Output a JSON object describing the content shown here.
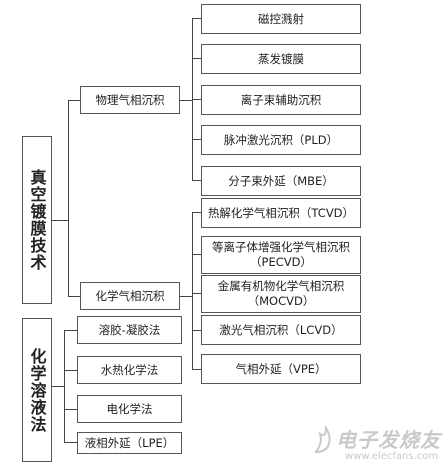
{
  "root_vacuum": "真空镀膜技术",
  "root_chemical_solution": "化学溶液法",
  "mid": {
    "pvd": "物理气相沉积",
    "cvd": "化学气相沉积"
  },
  "pvd_items": [
    "磁控溅射",
    "蒸发镀膜",
    "离子束辅助沉积",
    "脉冲激光沉积（PLD）",
    "分子束外延（MBE）"
  ],
  "cvd_items": [
    {
      "line1": "热解化学气相沉积（TCVD）",
      "line2": ""
    },
    {
      "line1": "等离子体增强化学气相沉积",
      "line2": "（PECVD）"
    },
    {
      "line1": "金属有机物化学气相沉积",
      "line2": "（MOCVD）"
    },
    {
      "line1": "激光气相沉积（LCVD）",
      "line2": ""
    },
    {
      "line1": "气相外延（VPE）",
      "line2": ""
    }
  ],
  "solution_items": [
    "溶胶-凝胶法",
    "水热化学法",
    "电化学法",
    "液相外延（LPE）"
  ],
  "watermark": {
    "text": "电子发烧友",
    "url": "www.elecfans.com"
  }
}
